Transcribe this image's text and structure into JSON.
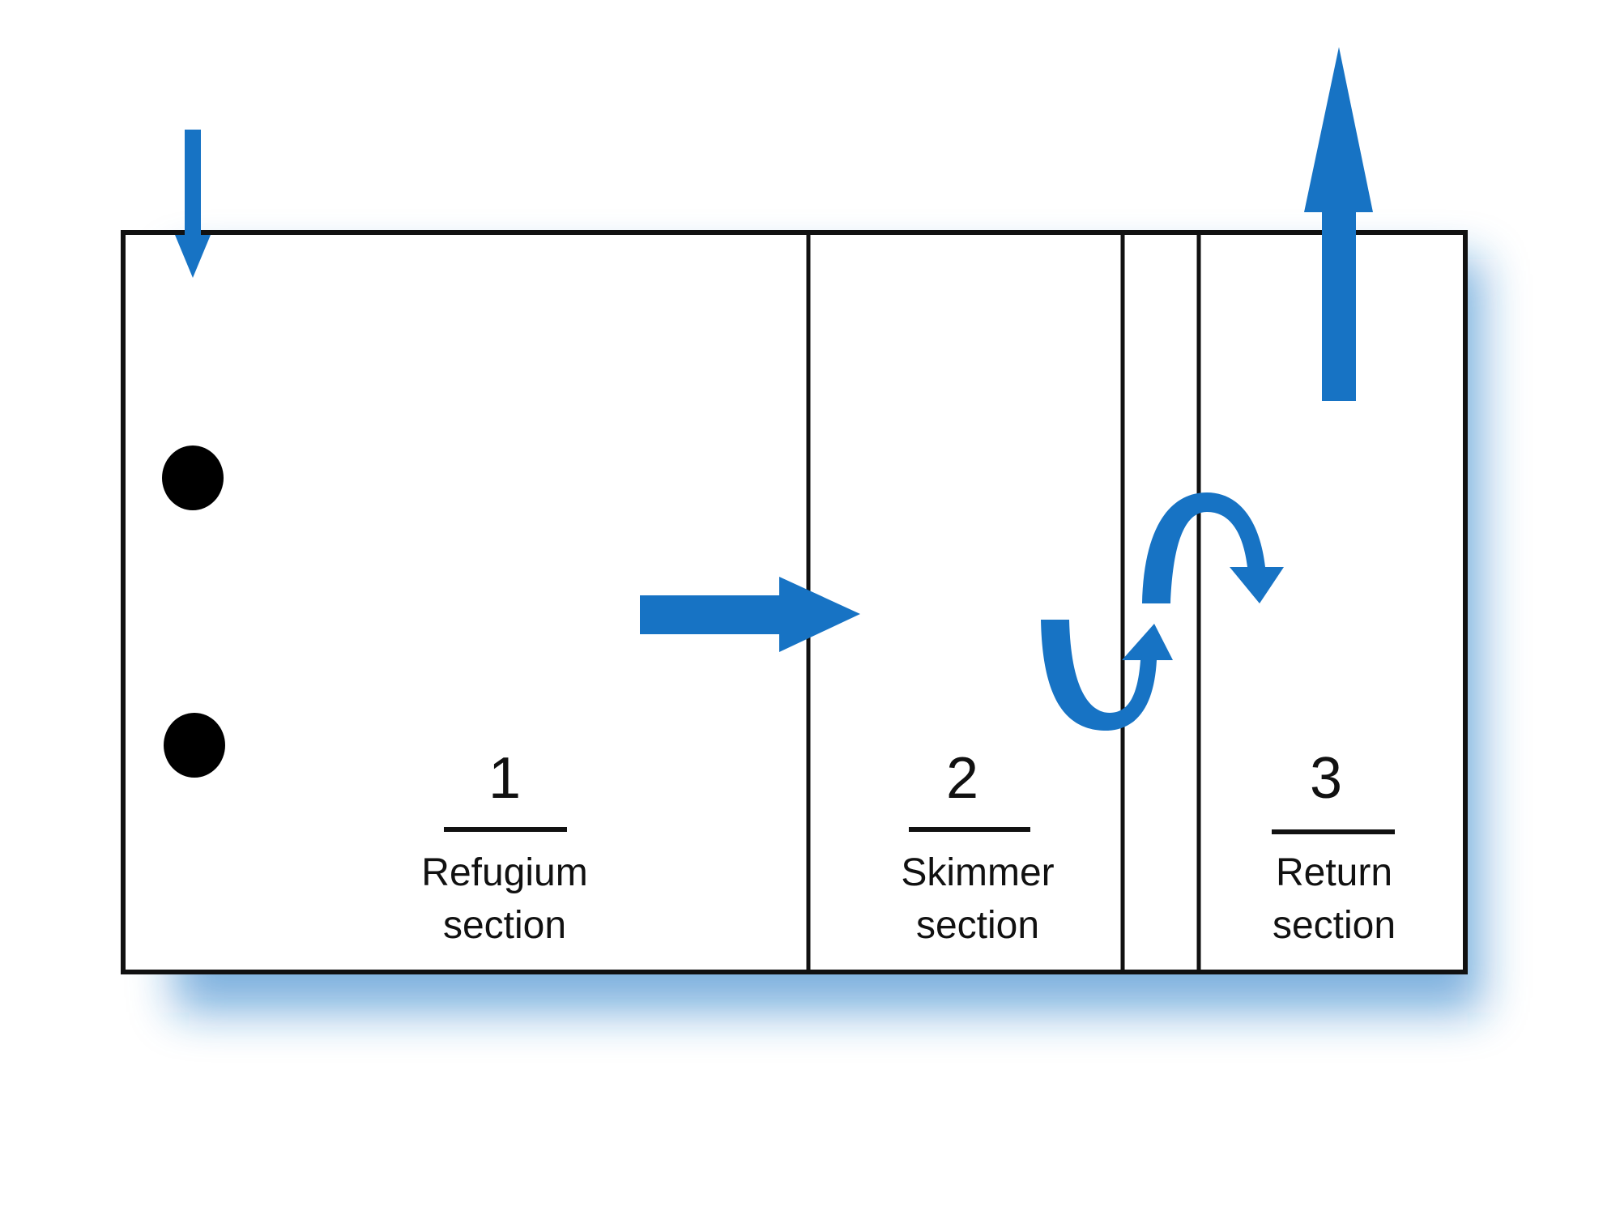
{
  "diagram": {
    "colors": {
      "arrow": "#1773c4",
      "outline": "#111111",
      "shadow": "#1773c4",
      "dot": "#000000"
    },
    "sections": [
      {
        "number": "1",
        "name_line1": "Refugium",
        "name_line2": "section"
      },
      {
        "number": "2",
        "name_line1": "Skimmer",
        "name_line2": "section"
      },
      {
        "number": "3",
        "name_line1": "Return",
        "name_line2": "section"
      }
    ],
    "arrows": [
      {
        "name": "inflow-arrow-icon",
        "direction": "down"
      },
      {
        "name": "flow-right-arrow-icon",
        "direction": "right"
      },
      {
        "name": "return-outflow-arrow-icon",
        "direction": "up"
      },
      {
        "name": "baffle-under-arrow-icon",
        "direction": "curved-up"
      },
      {
        "name": "baffle-over-arrow-icon",
        "direction": "curved-down"
      }
    ],
    "dots": 2
  }
}
